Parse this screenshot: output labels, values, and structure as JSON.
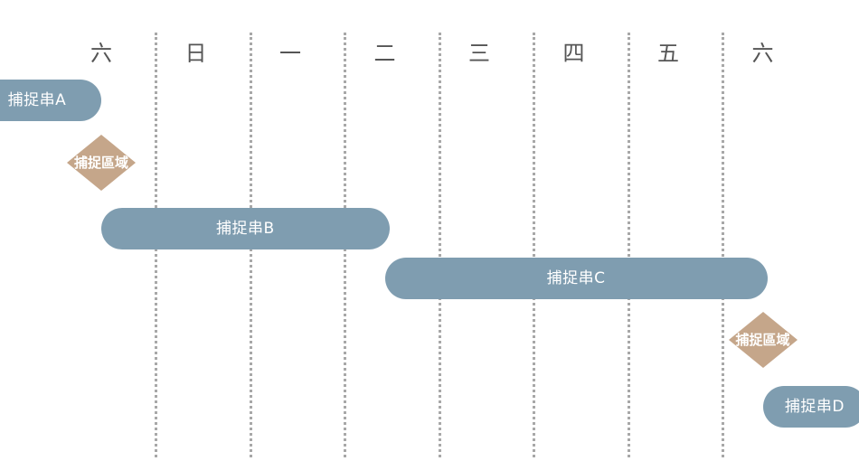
{
  "days": [
    "六",
    "日",
    "一",
    "二",
    "三",
    "四",
    "五",
    "六"
  ],
  "capture_strings": [
    {
      "label": "捕捉串A",
      "start_day": -1.4,
      "end_day": 0.0
    },
    {
      "label": "捕捉串B",
      "start_day": 0.0,
      "end_day": 3.05
    },
    {
      "label": "捕捉串C",
      "start_day": 3.0,
      "end_day": 7.05
    },
    {
      "label": "捕捉串D",
      "start_day": 7.0,
      "end_day": 8.1
    }
  ],
  "capture_zones": [
    {
      "label": "捕捉區域",
      "day": 0.0
    },
    {
      "label": "捕捉區域",
      "day": 7.0
    }
  ],
  "colors": {
    "bar": "#7f9db0",
    "zone": "#c5a68a",
    "day_text": "#555555",
    "gridline": "#a8a8a8"
  }
}
